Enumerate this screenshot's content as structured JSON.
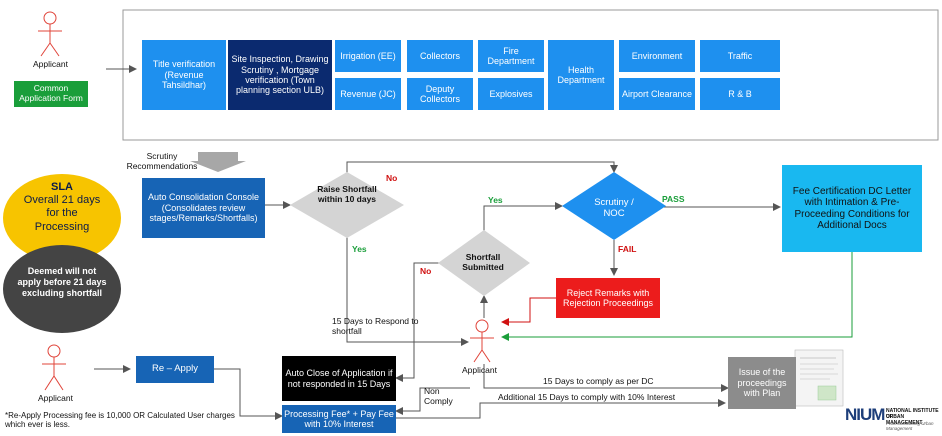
{
  "applicant_top_label": "Applicant",
  "common_form": "Common Application Form",
  "departments": {
    "title_verification": "Title verification (Revenue Tahsildhar)",
    "site_inspection": "Site Inspection, Drawing Scrutiny , Mortgage verification (Town planning section ULB)",
    "irrigation": "Irrigation (EE)",
    "revenue_jc": "Revenue (JC)",
    "collectors": "Collectors",
    "deputy_collectors": "Deputy Collectors",
    "fire": "Fire Department",
    "explosives": "Explosives",
    "health": "Health Department",
    "environment": "Environment",
    "airport": "Airport Clearance",
    "traffic": "Traffic",
    "rb": "R & B"
  },
  "scrutiny_recommendations": "Scrutiny Recommendations",
  "sla_title": "SLA",
  "sla_text": "Overall 21 days for the Processing",
  "deemed_text": "Deemed will not apply before 21 days excluding shortfall",
  "auto_console": "Auto Consolidation Console (Consolidates review stages/Remarks/Shortfalls)",
  "raise_shortfall": "Raise Shortfall within 10 days",
  "no_label": "No",
  "yes_label": "Yes",
  "shortfall_submitted": "Shortfall Submitted",
  "scrutiny_noc": "Scrutiny / NOC",
  "pass_label": "PASS",
  "fail_label": "FAIL",
  "fee_cert": "Fee Certification DC Letter with Intimation & Pre-Proceeding Conditions for Additional Docs",
  "reject": "Reject Remarks with Rejection Proceedings",
  "respond_15": "15 Days to Respond to shortfall",
  "applicant_mid_label": "Applicant",
  "applicant_bottom_label": "Applicant",
  "reapply": "Re – Apply",
  "auto_close": "Auto Close of Application if not responded in 15 Days",
  "processing_fee": "Processing Fee* + Pay Fee with 10% Interest",
  "non_comply": "Non Comply",
  "comply_15": "15 Days to comply as per DC",
  "comply_additional": "Additional 15 Days to comply with 10% Interest",
  "issue": "Issue of the proceedings with Plan",
  "footnote": "*Re-Apply Processing fee is 10,000 OR Calculated User charges which ever is less.",
  "logo_letters": "NIUM",
  "logo_line1": "NATIONAL INSTITUTE OF",
  "logo_line2": "URBAN MANAGEMENT",
  "logo_tag": "Professionalising Urban Management",
  "colors": {
    "blue": "#1e90ef",
    "navy": "#0b2a6f",
    "green": "#1a9e3a",
    "red": "#ec1c1c",
    "cyan": "#19b8f0",
    "grey_diamond": "#d4d4d4",
    "sla_yellow": "#f7c400",
    "deemed_dark": "#444444"
  }
}
